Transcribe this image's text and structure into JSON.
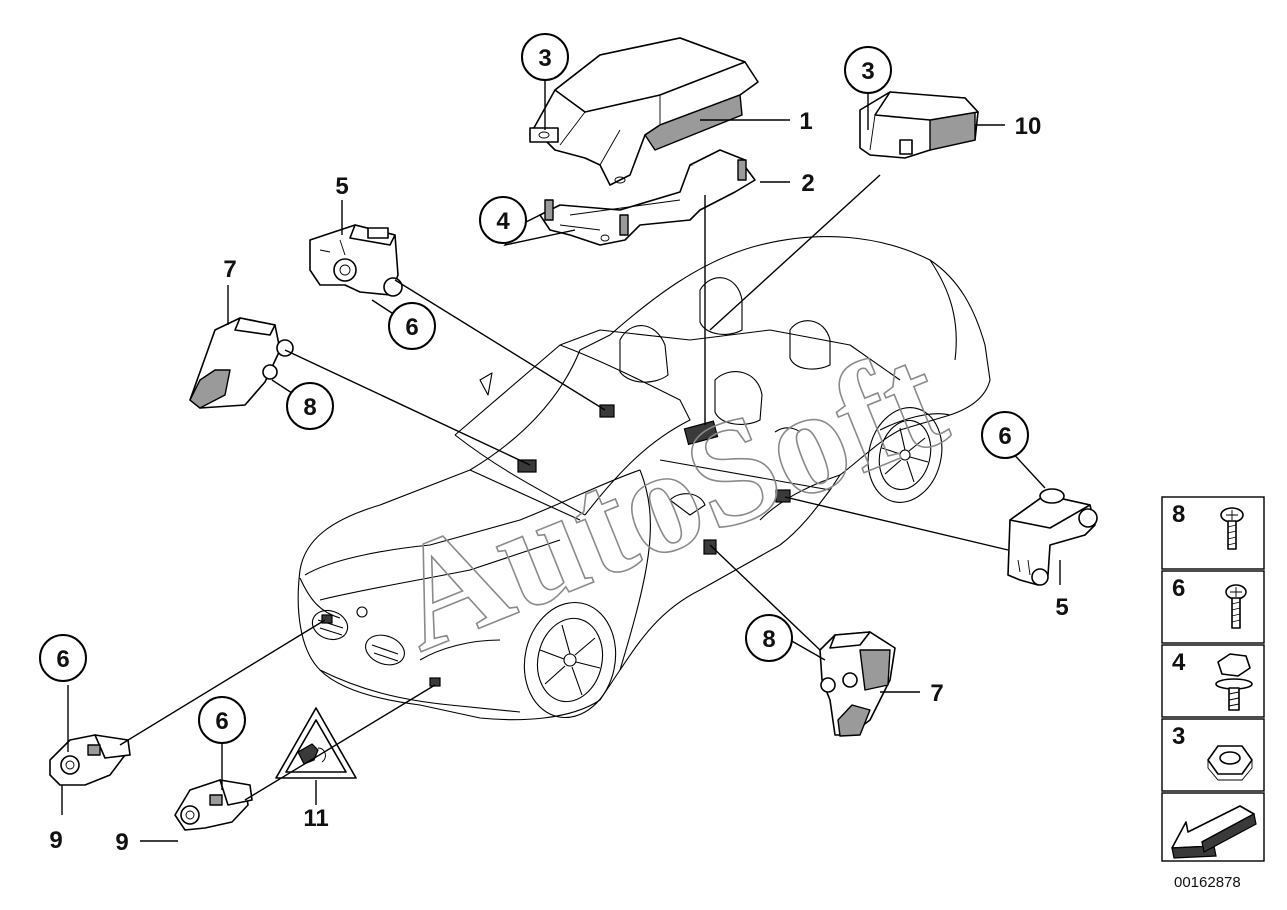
{
  "watermark": "AutoSoft",
  "diagram_ref": "00162878",
  "callouts": [
    {
      "id": "c3a",
      "label": "3"
    },
    {
      "id": "c1",
      "label": "1"
    },
    {
      "id": "c2",
      "label": "2"
    },
    {
      "id": "c4",
      "label": "4"
    },
    {
      "id": "c3b",
      "label": "3"
    },
    {
      "id": "c10",
      "label": "10"
    },
    {
      "id": "c5a",
      "label": "5"
    },
    {
      "id": "c6a",
      "label": "6"
    },
    {
      "id": "c7a",
      "label": "7"
    },
    {
      "id": "c8a",
      "label": "8"
    },
    {
      "id": "c6b",
      "label": "6"
    },
    {
      "id": "c5b",
      "label": "5"
    },
    {
      "id": "c8b",
      "label": "8"
    },
    {
      "id": "c7b",
      "label": "7"
    },
    {
      "id": "c6c",
      "label": "6"
    },
    {
      "id": "c9a",
      "label": "9"
    },
    {
      "id": "c6d",
      "label": "6"
    },
    {
      "id": "c9b",
      "label": "9"
    },
    {
      "id": "c11",
      "label": "11"
    }
  ],
  "legend": [
    {
      "label": "8",
      "icon": "screw-icon"
    },
    {
      "label": "6",
      "icon": "screw-icon"
    },
    {
      "label": "4",
      "icon": "hex-bolt-icon"
    },
    {
      "label": "3",
      "icon": "hex-nut-icon"
    }
  ],
  "legend_arrow_icon": "direction-arrow-icon"
}
